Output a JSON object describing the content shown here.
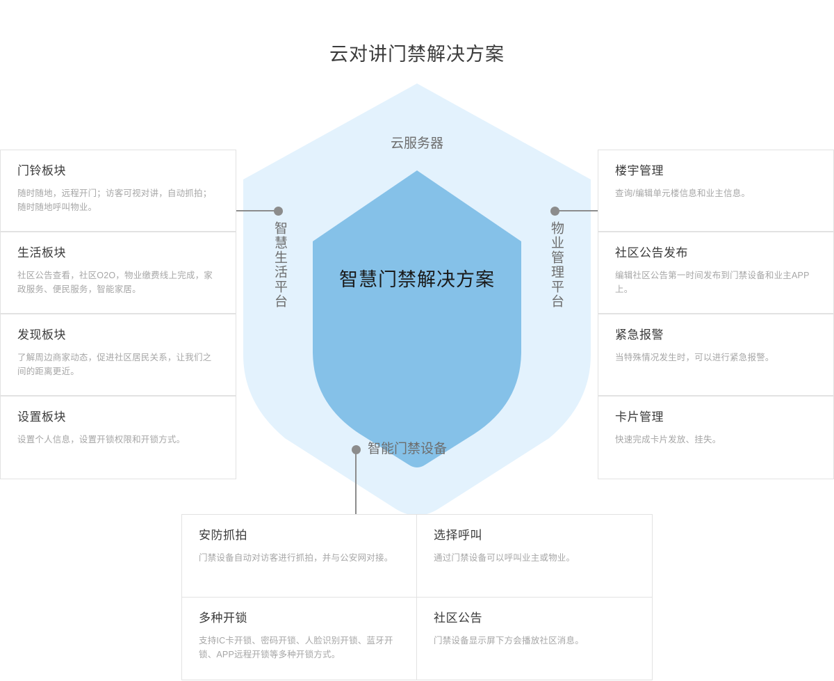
{
  "page": {
    "title": "云对讲门禁解决方案",
    "background_color": "#ffffff"
  },
  "diagram": {
    "colors": {
      "outer_hexagon": "#e3f2fd",
      "inner_shield": "#85c1e8",
      "connector": "#8c8c8c",
      "card_border": "#e2e2e2",
      "title_text": "#3a3a3a",
      "desc_text": "#a6a6a6",
      "label_text": "#6d6d6d"
    },
    "center_label": "智慧门禁解决方案",
    "labels": {
      "top": "云服务器",
      "left": "智慧生活平台",
      "right": "物业管理平台",
      "bottom": "智能门禁设备"
    }
  },
  "left_cards": [
    {
      "title": "门铃板块",
      "desc": "随时随地，远程开门；访客可视对讲，自动抓拍；随时随地呼叫物业。"
    },
    {
      "title": "生活板块",
      "desc": "社区公告查看，社区O2O，物业缴费线上完成，家政服务、便民服务，智能家居。"
    },
    {
      "title": "发现板块",
      "desc": "了解周边商家动态，促进社区居民关系，让我们之间的距离更近。"
    },
    {
      "title": "设置板块",
      "desc": "设置个人信息，设置开锁权限和开锁方式。"
    }
  ],
  "right_cards": [
    {
      "title": "楼宇管理",
      "desc": "查询/编辑单元楼信息和业主信息。"
    },
    {
      "title": "社区公告发布",
      "desc": "编辑社区公告第一时间发布到门禁设备和业主APP上。"
    },
    {
      "title": "紧急报警",
      "desc": "当特殊情况发生时，可以进行紧急报警。"
    },
    {
      "title": "卡片管理",
      "desc": "快速完成卡片发放、挂失。"
    }
  ],
  "bottom_cards": [
    {
      "title": "安防抓拍",
      "desc": "门禁设备自动对访客进行抓拍，并与公安网对接。"
    },
    {
      "title": "选择呼叫",
      "desc": "通过门禁设备可以呼叫业主或物业。"
    },
    {
      "title": "多种开锁",
      "desc": "支持IC卡开锁、密码开锁、人脸识别开锁、蓝牙开锁、APP远程开锁等多种开锁方式。"
    },
    {
      "title": "社区公告",
      "desc": "门禁设备显示屏下方会播放社区消息。"
    }
  ]
}
